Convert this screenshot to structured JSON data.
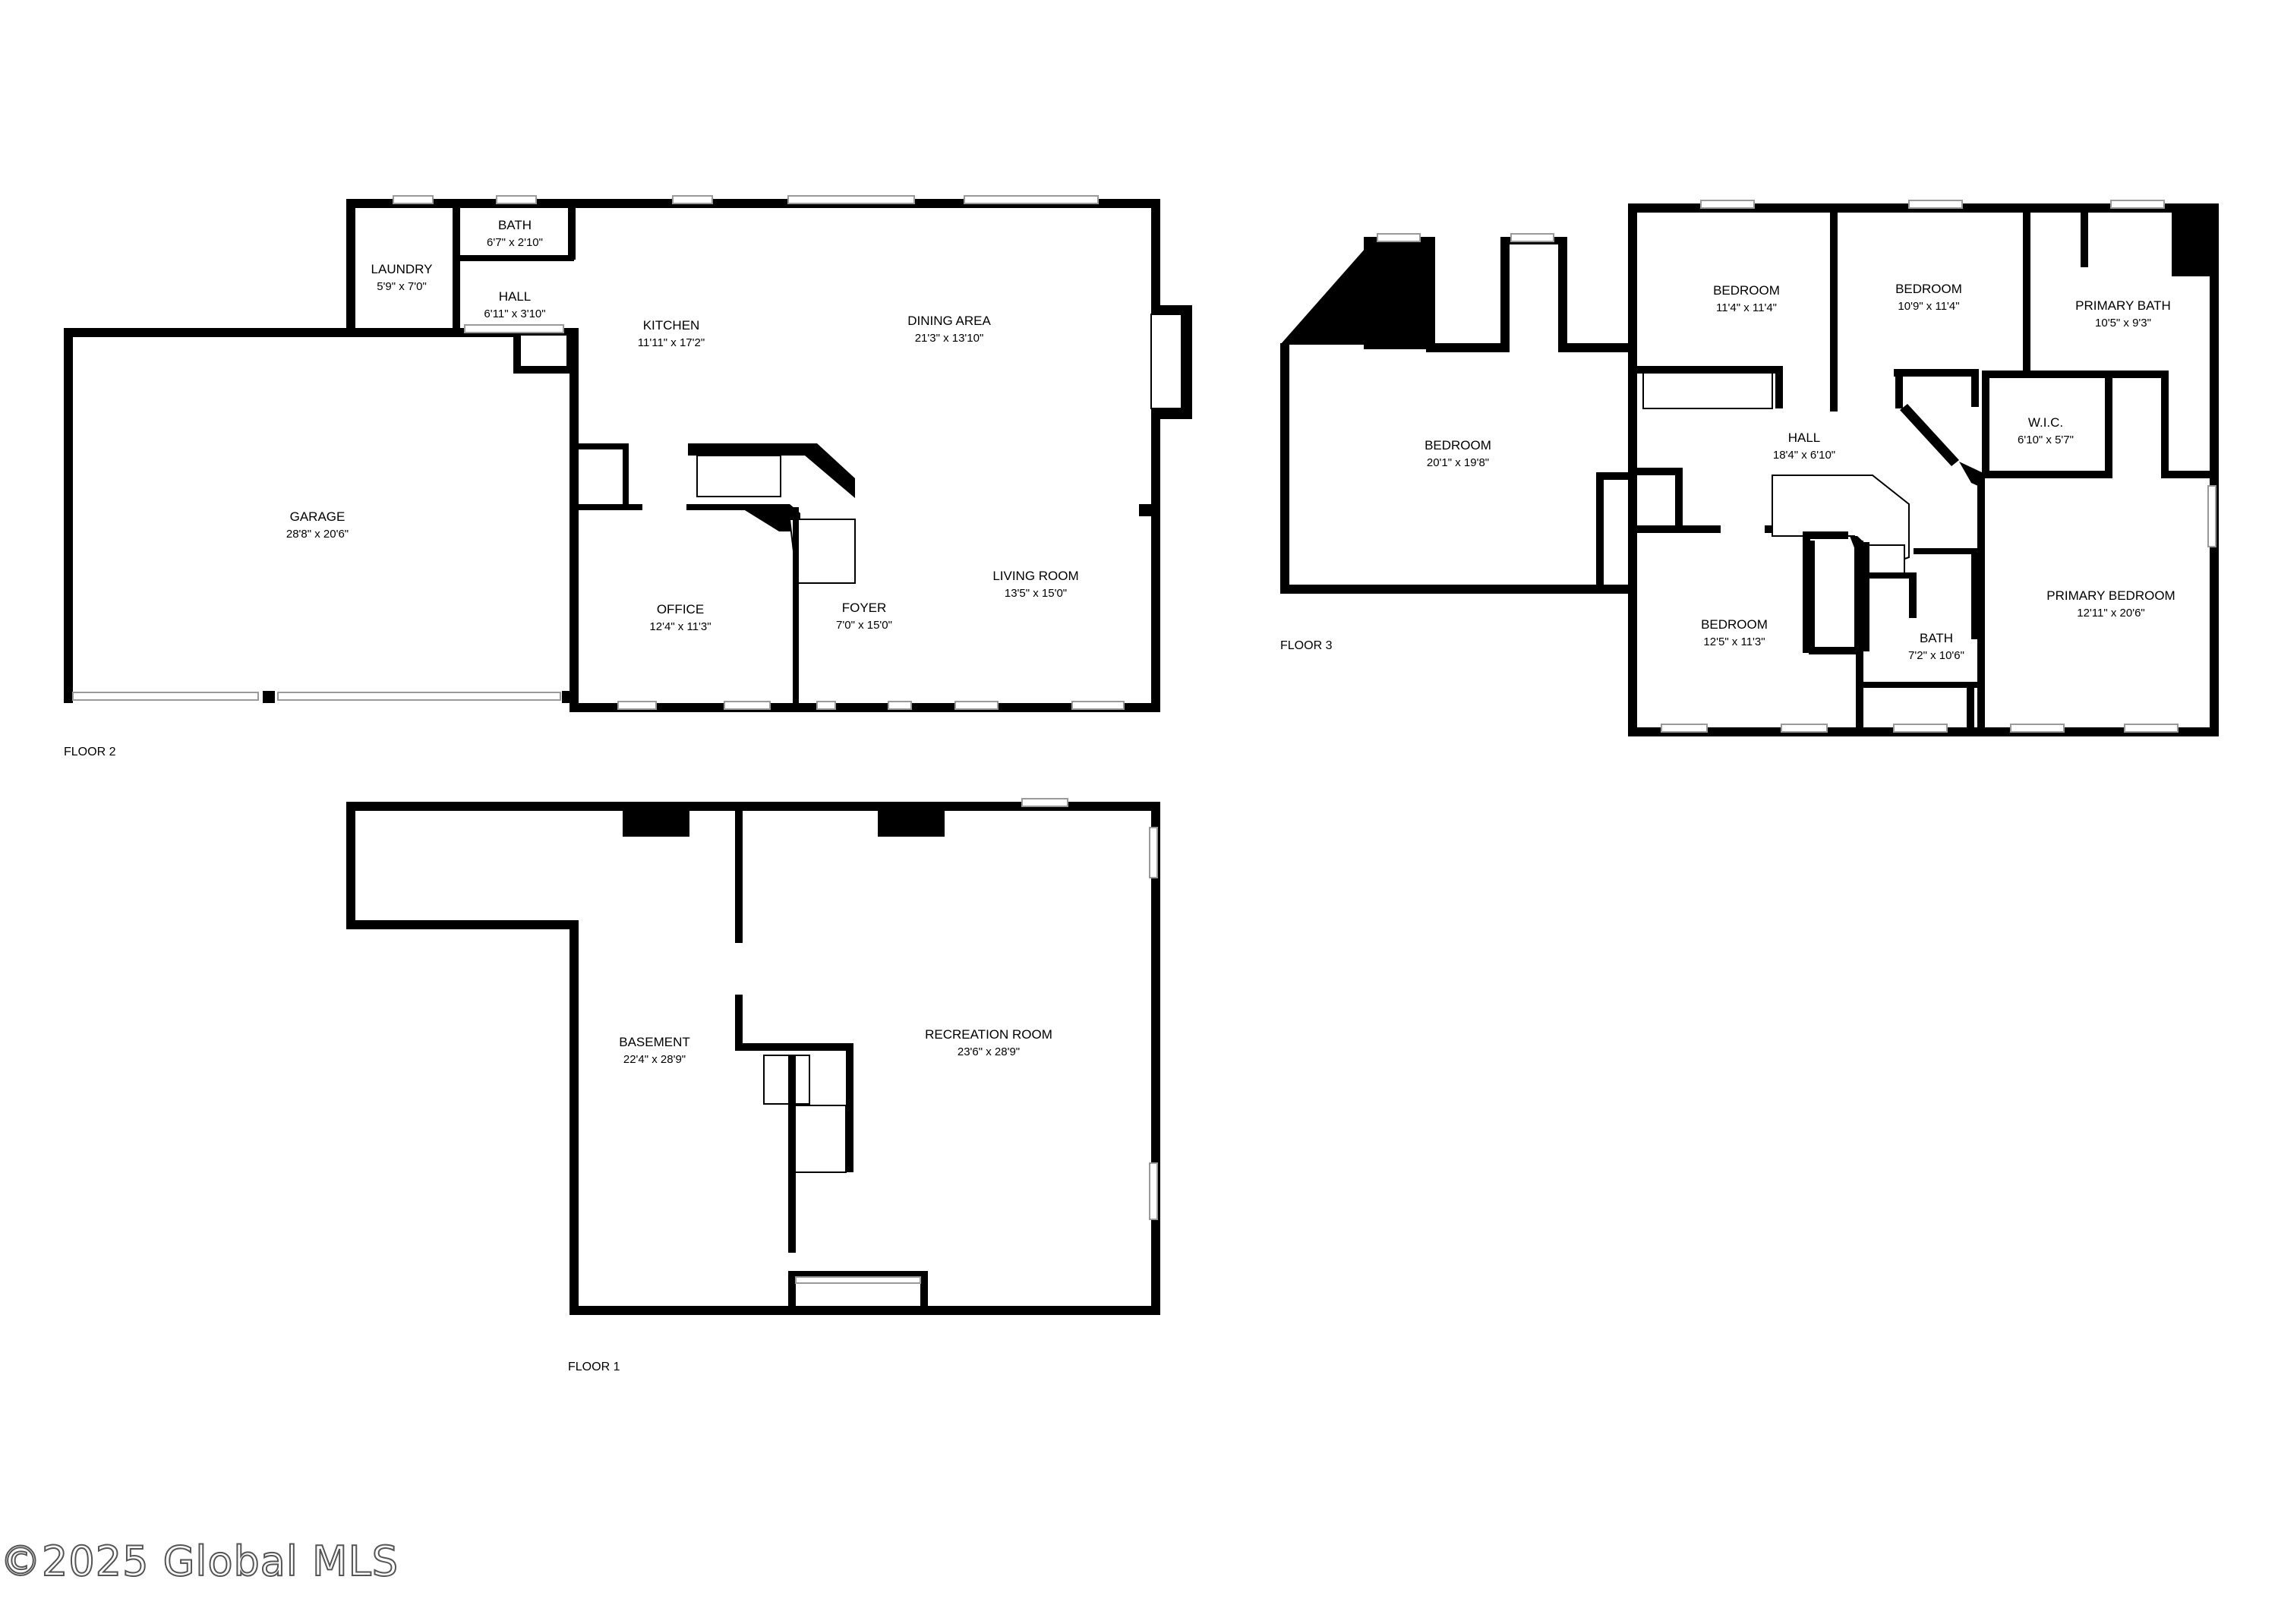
{
  "floors": {
    "floor1": {
      "label": "FLOOR 1",
      "rooms": {
        "basement": {
          "name": "BASEMENT",
          "dims": "22'4\" x 28'9\""
        },
        "recreation": {
          "name": "RECREATION ROOM",
          "dims": "23'6\" x 28'9\""
        }
      }
    },
    "floor2": {
      "label": "FLOOR 2",
      "rooms": {
        "laundry": {
          "name": "LAUNDRY",
          "dims": "5'9\" x 7'0\""
        },
        "bath": {
          "name": "BATH",
          "dims": "6'7\" x 2'10\""
        },
        "hall": {
          "name": "HALL",
          "dims": "6'11\" x 3'10\""
        },
        "garage": {
          "name": "GARAGE",
          "dims": "28'8\" x 20'6\""
        },
        "kitchen": {
          "name": "KITCHEN",
          "dims": "11'11\" x 17'2\""
        },
        "dining": {
          "name": "DINING AREA",
          "dims": "21'3\" x 13'10\""
        },
        "office": {
          "name": "OFFICE",
          "dims": "12'4\" x 11'3\""
        },
        "foyer": {
          "name": "FOYER",
          "dims": "7'0\" x 15'0\""
        },
        "living": {
          "name": "LIVING ROOM",
          "dims": "13'5\" x 15'0\""
        }
      }
    },
    "floor3": {
      "label": "FLOOR 3",
      "rooms": {
        "bedroom_large": {
          "name": "BEDROOM",
          "dims": "20'1\" x 19'8\""
        },
        "bedroom_a": {
          "name": "BEDROOM",
          "dims": "11'4\" x 11'4\""
        },
        "bedroom_b": {
          "name": "BEDROOM",
          "dims": "10'9\" x 11'4\""
        },
        "primary_bath": {
          "name": "PRIMARY BATH",
          "dims": "10'5\" x 9'3\""
        },
        "wic": {
          "name": "W.I.C.",
          "dims": "6'10\" x 5'7\""
        },
        "hall": {
          "name": "HALL",
          "dims": "18'4\" x 6'10\""
        },
        "bedroom_c": {
          "name": "BEDROOM",
          "dims": "12'5\" x 11'3\""
        },
        "bath": {
          "name": "BATH",
          "dims": "7'2\" x 10'6\""
        },
        "primary_bedroom": {
          "name": "PRIMARY BEDROOM",
          "dims": "12'11\" x 20'6\""
        }
      }
    }
  },
  "copyright": "©2025 Global MLS"
}
